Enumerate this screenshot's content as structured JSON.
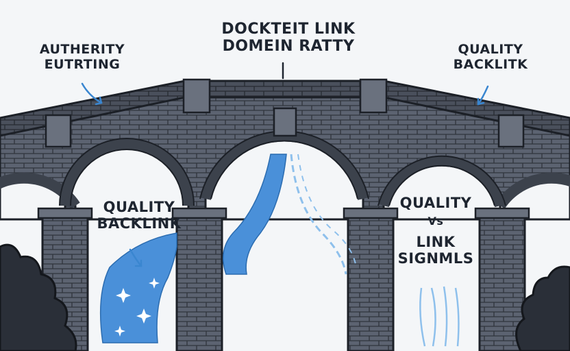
{
  "labels": {
    "top": {
      "line1": "DOCKTEIT LINK",
      "line2": "DOMEIN RATTY"
    },
    "left": {
      "line1": "AUTHERITY",
      "line2": "EUTRTING"
    },
    "right": {
      "line1": "QUALITY",
      "line2": "BACKLITK"
    },
    "mid_left": {
      "line1": "QUALITY",
      "line2": "BACKLINK"
    },
    "right_arch": {
      "line1": "QUALITY",
      "line2": "Vs",
      "line3": "LINK",
      "line4": "SIGNMLS"
    }
  },
  "colors": {
    "stone": "#5b6270",
    "stone_dark": "#3a404b",
    "outline": "#1c2027",
    "water": "#4a90d9",
    "water_light": "#8ec0ec",
    "background": "#f4f6f8",
    "arrow": "#3a86d0"
  }
}
